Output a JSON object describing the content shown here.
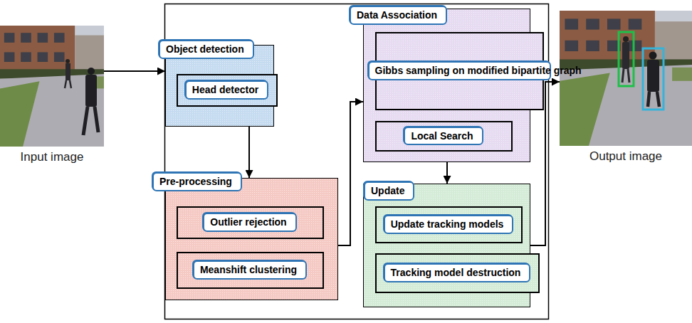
{
  "diagram": {
    "nodes": [
      {
        "text": [
          "Input image"
        ]
      },
      {
        "text": [
          "Object detection"
        ]
      },
      {
        "text": [
          "Head detector"
        ],
        "in": 1
      },
      {
        "text": [
          "Pre-processing"
        ]
      },
      {
        "text": [
          "Outlier rejection"
        ],
        "in": 3
      },
      {
        "text": [
          "Meanshift clustering"
        ],
        "in": 3
      },
      {
        "text": [
          "Data Association"
        ]
      },
      {
        "text": [
          "Gibbs sampling on modified bipartite graph"
        ],
        "in": 6
      },
      {
        "text": [
          "Local Search"
        ],
        "in": 6
      },
      {
        "text": [
          "Update"
        ]
      },
      {
        "text": [
          "Update tracking models"
        ],
        "in": 9
      },
      {
        "text": [
          "Tracking model destruction"
        ],
        "in": 9
      },
      {
        "text": [
          "Output image"
        ]
      }
    ],
    "edges": [
      {
        "from": 0,
        "to": 1,
        "arrow": "to"
      },
      {
        "from": 1,
        "to": 3,
        "arrow": "to"
      },
      {
        "from": 3,
        "to": 6,
        "arrow": "to"
      },
      {
        "from": 6,
        "to": 9,
        "arrow": "to"
      },
      {
        "from": 9,
        "to": 12,
        "arrow": "to"
      }
    ]
  }
}
